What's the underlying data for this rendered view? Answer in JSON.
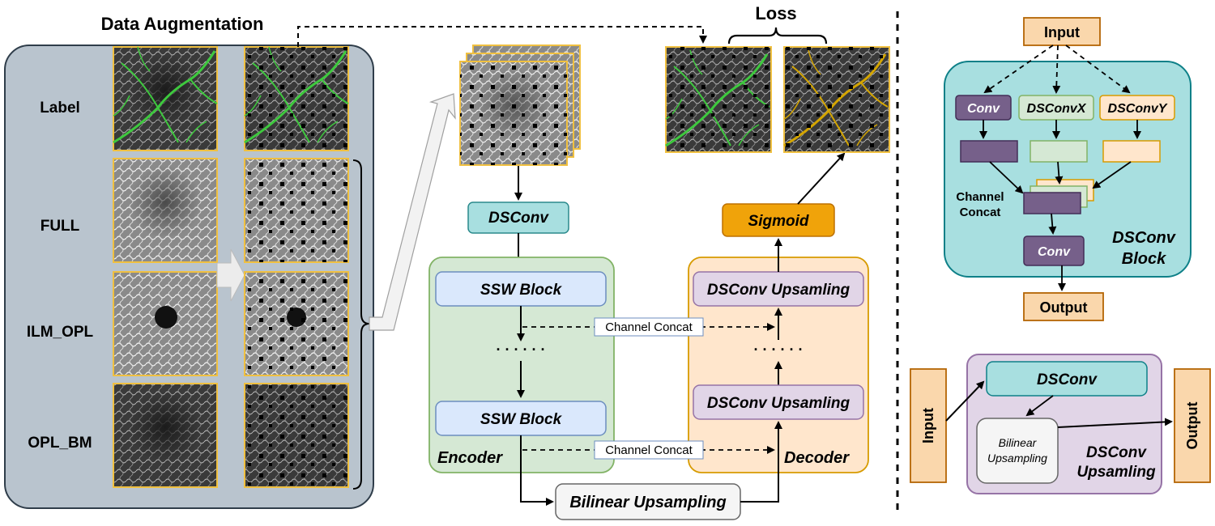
{
  "augmentation": {
    "title": "Data Augmentation",
    "rows": [
      "Label",
      "FULL",
      "ILM_OPL",
      "OPL_BM"
    ]
  },
  "loss": {
    "title": "Loss"
  },
  "pipeline": {
    "dsconv": "DSConv",
    "sigmoid": "Sigmoid",
    "encoder_label": "Encoder",
    "decoder_label": "Decoder",
    "ssw_block_1": "SSW Block",
    "ssw_block_2": "SSW Block",
    "dsconv_up_1": "DSConv Upsamling",
    "dsconv_up_2": "DSConv Upsamling",
    "channel_concat_1": "Channel Concat",
    "channel_concat_2": "Channel Concat",
    "bilinear": "Bilinear Upsampling",
    "dots": "· · · · · ·"
  },
  "dsconv_block": {
    "input": "Input",
    "output": "Output",
    "conv": "Conv",
    "dsconvx": "DSConvX",
    "dsconvy": "DSConvY",
    "channel_concat_l1": "Channel",
    "channel_concat_l2": "Concat",
    "conv2": "Conv",
    "title_l1": "DSConv",
    "title_l2": "Block"
  },
  "dsconv_upsampling": {
    "input": "Input",
    "output": "Output",
    "dsconv": "DSConv",
    "bilinear_l1": "Bilinear",
    "bilinear_l2": "Upsampling",
    "title_l1": "DSConv",
    "title_l2": "Upsamling"
  },
  "colors": {
    "panel_bg": "#b9c4ce",
    "encoder_bg": "#d5e8d4",
    "decoder_bg": "#ffe6cc",
    "block_blue": "#dae8fc",
    "block_purple": "#e1d5e7",
    "teal": "#a8dfe0",
    "sigmoid": "#f0a30a",
    "io": "#fad7ac",
    "conv_purple": "#76608a"
  }
}
